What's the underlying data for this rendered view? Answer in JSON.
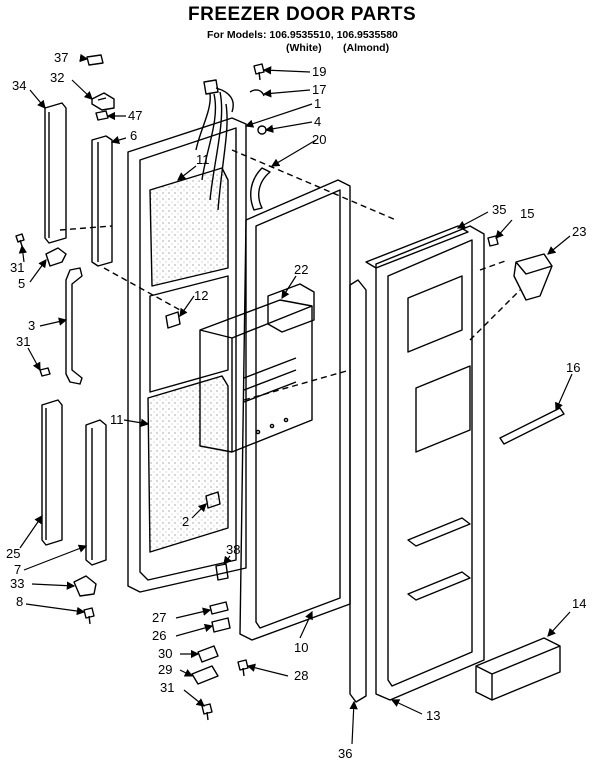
{
  "title": "FREEZER DOOR PARTS",
  "models_line": "For Models: 106.9535510, 106.9535580",
  "colors": {
    "white": "(White)",
    "almond": "(Almond)"
  },
  "callouts": [
    {
      "id": "c37",
      "label": "37"
    },
    {
      "id": "c32",
      "label": "32"
    },
    {
      "id": "c34",
      "label": "34"
    },
    {
      "id": "c47",
      "label": "47"
    },
    {
      "id": "c6",
      "label": "6"
    },
    {
      "id": "c19",
      "label": "19"
    },
    {
      "id": "c17",
      "label": "17"
    },
    {
      "id": "c1",
      "label": "1"
    },
    {
      "id": "c4",
      "label": "4"
    },
    {
      "id": "c20",
      "label": "20"
    },
    {
      "id": "c11a",
      "label": "11"
    },
    {
      "id": "c35",
      "label": "35"
    },
    {
      "id": "c15",
      "label": "15"
    },
    {
      "id": "c23",
      "label": "23"
    },
    {
      "id": "c31a",
      "label": "31"
    },
    {
      "id": "c5",
      "label": "5"
    },
    {
      "id": "c22",
      "label": "22"
    },
    {
      "id": "c12",
      "label": "12"
    },
    {
      "id": "c3",
      "label": "3"
    },
    {
      "id": "c31b",
      "label": "31"
    },
    {
      "id": "c16",
      "label": "16"
    },
    {
      "id": "c11b",
      "label": "11"
    },
    {
      "id": "c2",
      "label": "2"
    },
    {
      "id": "c25",
      "label": "25"
    },
    {
      "id": "c7",
      "label": "7"
    },
    {
      "id": "c38",
      "label": "38"
    },
    {
      "id": "c33",
      "label": "33"
    },
    {
      "id": "c8",
      "label": "8"
    },
    {
      "id": "c14",
      "label": "14"
    },
    {
      "id": "c27",
      "label": "27"
    },
    {
      "id": "c26",
      "label": "26"
    },
    {
      "id": "c10",
      "label": "10"
    },
    {
      "id": "c30",
      "label": "30"
    },
    {
      "id": "c29",
      "label": "29"
    },
    {
      "id": "c28",
      "label": "28"
    },
    {
      "id": "c31c",
      "label": "31"
    },
    {
      "id": "c13",
      "label": "13"
    },
    {
      "id": "c36",
      "label": "36"
    }
  ]
}
